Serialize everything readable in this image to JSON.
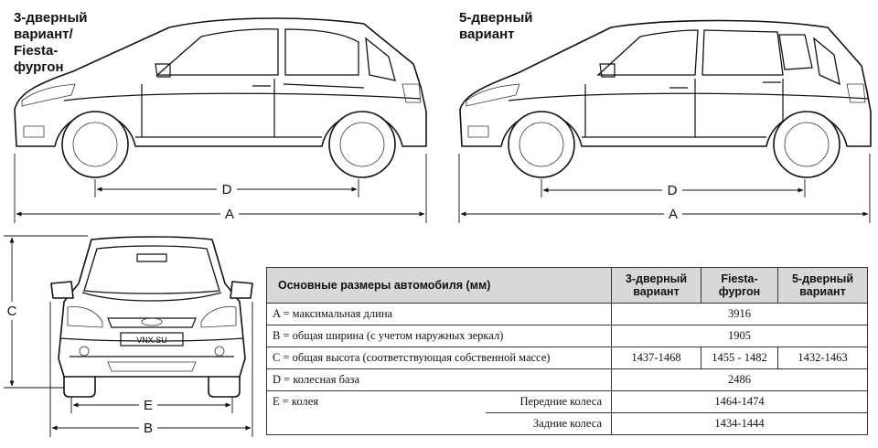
{
  "variants": {
    "three_door_label": "3-дверный\nвариант/\nFiesta-\nфургон",
    "five_door_label": "5-дверный\nвариант"
  },
  "dimension_letters": {
    "A": "A",
    "B": "B",
    "C": "C",
    "D": "D",
    "E": "E"
  },
  "front_plate_text": "VNX.SU",
  "table": {
    "headers": {
      "title": "Основные размеры автомобиля (мм)",
      "col1": "3-дверный вариант",
      "col2": "Fiesta-фургон",
      "col3": "5-дверный вариант"
    },
    "rows": {
      "a": {
        "label": "A = максимальная длина",
        "value": "3916"
      },
      "b": {
        "label": "B = общая ширина (с учетом наружных зеркал)",
        "value": "1905"
      },
      "c": {
        "label": "C = общая высота (соответствующая собственной массе)",
        "v1": "1437-1468",
        "v2": "1455 - 1482",
        "v3": "1432-1463"
      },
      "d": {
        "label": "D = колесная база",
        "value": "2486"
      },
      "e": {
        "label": "E = колея",
        "front_label": "Передние колеса",
        "front_value": "1464-1474",
        "rear_label": "Задние колеса",
        "rear_value": "1434-1444"
      }
    }
  }
}
